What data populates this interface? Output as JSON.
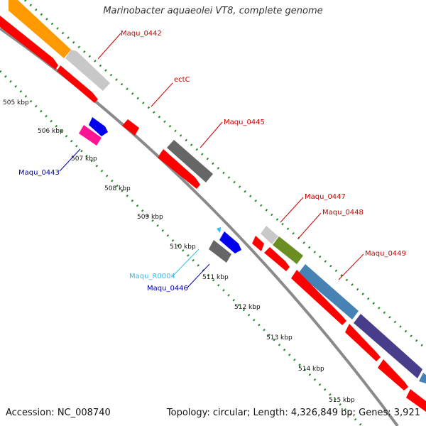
{
  "title": "Marinobacter aquaeolei VT8, complete genome",
  "footer": {
    "accession": "Accession: NC_008740",
    "topology": "Topology: circular; Length: 4,326,849 bp; Genes: 3,921"
  },
  "colors": {
    "background": "#ffffff",
    "backbone": "#8a8a8a",
    "tick_dots": "#228b22",
    "cds": "#ff0000",
    "cds_label": "#cc0000",
    "minus_label": "#0000aa",
    "rna_label": "#33bbee"
  },
  "tick_labels": [
    "505 kbp",
    "506 kbp",
    "507 kbp",
    "508 kbp",
    "509 kbp",
    "510 kbp",
    "511 kbp",
    "512 kbp",
    "513 kbp",
    "514 kbp",
    "515 kbp"
  ],
  "feature_labels": {
    "maqu_0442": "Maqu_0442",
    "ectc": "ectC",
    "maqu_0445": "Maqu_0445",
    "maqu_0443": "Maqu_0443",
    "maqu_0447": "Maqu_0447",
    "maqu_0448": "Maqu_0448",
    "maqu_0449": "Maqu_0449",
    "maqu_r0004": "Maqu_R0004",
    "maqu_0446": "Maqu_0446"
  }
}
